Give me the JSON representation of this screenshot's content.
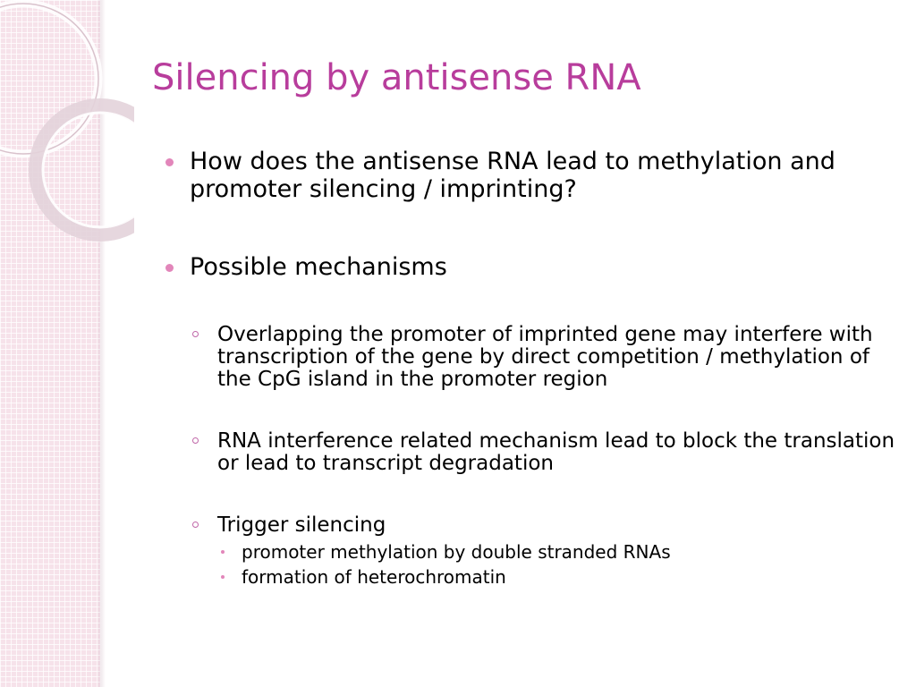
{
  "slide": {
    "title": "Silencing by antisense RNA",
    "accent_color": "#b83d9c",
    "bullet_color": "#e286ba",
    "sidebar_color": "#f6e2ea",
    "bullets": [
      {
        "text": "How does the antisense RNA lead to methylation and promoter silencing / imprinting?"
      },
      {
        "text": "Possible mechanisms",
        "children": [
          {
            "text": "Overlapping the promoter of imprinted gene may interfere with transcription of the gene by direct competition / methylation of the CpG island in the promoter region"
          },
          {
            "text": "RNA interference related mechanism lead to block the translation or lead to transcript degradation"
          },
          {
            "text": "Trigger silencing",
            "children": [
              {
                "text": "promoter methylation by double stranded RNAs"
              },
              {
                "text": "formation of heterochromatin"
              }
            ]
          }
        ]
      }
    ]
  }
}
